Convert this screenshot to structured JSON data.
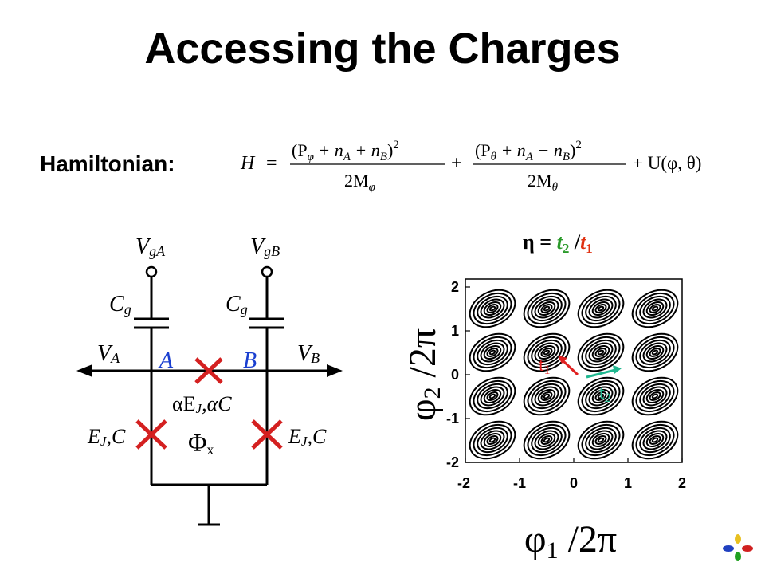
{
  "title": "Accessing the Charges",
  "hamiltonian": {
    "label": "Hamiltonian:",
    "lhs": "H",
    "eq": "=",
    "num1": "(P",
    "num1_sub": "φ",
    "num1_rest": " + n",
    "num1_subA": "A",
    "num1_rest2": " + n",
    "num1_subB": "B",
    "num1_close": ")",
    "num1_sup": "2",
    "den1": "2M",
    "den1_sub": "φ",
    "plus": "+",
    "num2": "(P",
    "num2_sub": "θ",
    "num2_rest": " + n",
    "num2_subA": "A",
    "num2_rest2": " − n",
    "num2_subB": "B",
    "num2_close": ")",
    "num2_sup": "2",
    "den2": "2M",
    "den2_sub": "θ",
    "tail": "+ U(φ, θ)"
  },
  "circuit": {
    "vga": "V",
    "vga_sub": "gA",
    "vgb": "V",
    "vgb_sub": "gB",
    "cg": "C",
    "cg_sub": "g",
    "va": "V",
    "va_sub": "A",
    "vb": "V",
    "vb_sub": "B",
    "node_a": "A",
    "node_b": "B",
    "ej_mid": "αE",
    "ej_mid_sub": "J",
    "ej_mid_rest": ",αC",
    "ej": "E",
    "ej_sub": "J",
    "ej_rest": ",C",
    "phi": "Φ",
    "phi_sub": "x"
  },
  "eta": {
    "eta": "η",
    "eq": " = ",
    "t2": "t",
    "t2_sub": "2",
    "slash": " /",
    "t1": "t",
    "t1_sub": "1"
  },
  "plot": {
    "x_ticks": [
      "-2",
      "-1",
      "0",
      "1",
      "2"
    ],
    "y_ticks": [
      "2",
      "1",
      "0",
      "-1",
      "-2"
    ],
    "ylabel": "φ",
    "ylabel_sub": "2",
    "ylabel_rest": " /2π",
    "xlabel": "φ",
    "xlabel_sub": "1",
    "xlabel_rest": " /2π",
    "t1_label": "t",
    "t1_label_sub": "1",
    "t2_label": "t",
    "t2_label_sub": "2",
    "colors": {
      "t1": "#e02020",
      "t2": "#20b890",
      "eta_t2": "#2a9a2a",
      "eta_t1": "#e03010"
    }
  },
  "logo": {
    "colors": [
      "#e8c020",
      "#d02020",
      "#2040c0",
      "#20a020"
    ]
  }
}
